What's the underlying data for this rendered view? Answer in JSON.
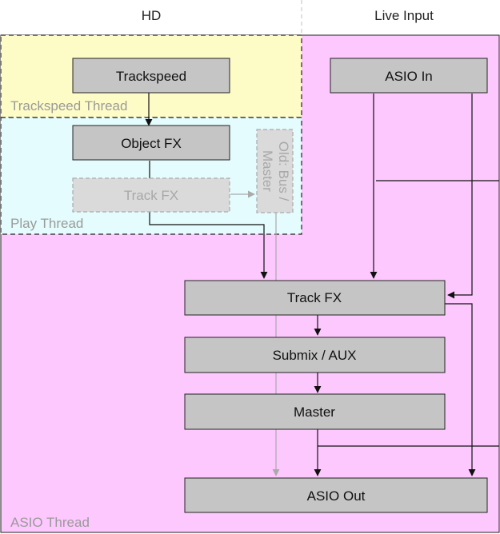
{
  "columns": {
    "left": "HD",
    "right": "Live Input"
  },
  "regions": {
    "trackspeed_thread": "Trackspeed Thread",
    "play_thread": "Play Thread",
    "asio_thread": "ASIO Thread"
  },
  "nodes": {
    "trackspeed": "Trackspeed",
    "object_fx": "Object FX",
    "track_fx_dim": "Track FX",
    "old_bus_master_line1": "Old: Bus /",
    "old_bus_master_line2": "Master",
    "asio_in": "ASIO In",
    "track_fx": "Track FX",
    "submix_aux": "Submix / AUX",
    "master": "Master",
    "asio_out": "ASIO Out"
  },
  "colors": {
    "asio_thread_fill": "#fdc8fd",
    "trackspeed_thread_fill": "#fefcc6",
    "play_thread_fill": "#e4fcfd",
    "box_fill": "#c5c5c5",
    "box_fill_dim": "#dadada",
    "line": "#111111",
    "line_dim": "#aaaaaa",
    "label_dim": "#9a9a9a"
  }
}
